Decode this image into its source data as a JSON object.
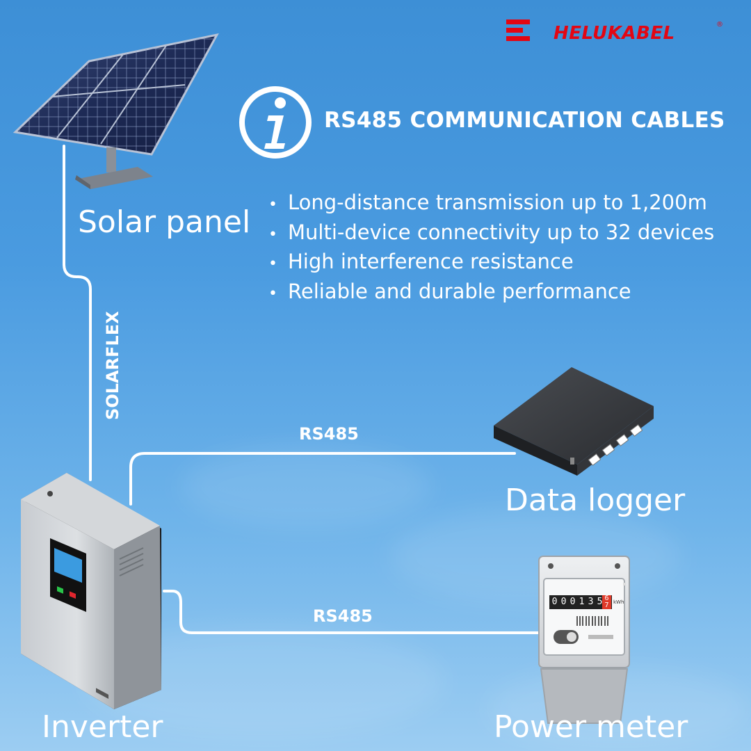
{
  "brand": {
    "name": "HELUKABEL",
    "registered_mark": "®",
    "color": "#e30613"
  },
  "header": {
    "icon": "info-icon",
    "title": "RS485 COMMUNICATION CABLES"
  },
  "features": [
    "Long-distance transmission up to 1,200m",
    "Multi-device connectivity up to 32 devices",
    "High interference resistance",
    "Reliable and durable performance"
  ],
  "devices": {
    "solar_panel": "Solar panel",
    "inverter": "Inverter",
    "data_logger": "Data logger",
    "power_meter": "Power meter"
  },
  "cables": {
    "solar_to_inverter": "SOLARFLEX",
    "inverter_to_logger": "RS485",
    "inverter_to_meter": "RS485"
  },
  "meter_reading": {
    "digits": [
      "0",
      "0",
      "0",
      "1",
      "3",
      "5"
    ],
    "decimal": [
      "6",
      "7"
    ],
    "unit": "kWh"
  },
  "colors": {
    "sky_top": "#3d8fd6",
    "sky_bottom": "#9ccdf2",
    "cable": "#ffffff",
    "text": "#ffffff"
  }
}
